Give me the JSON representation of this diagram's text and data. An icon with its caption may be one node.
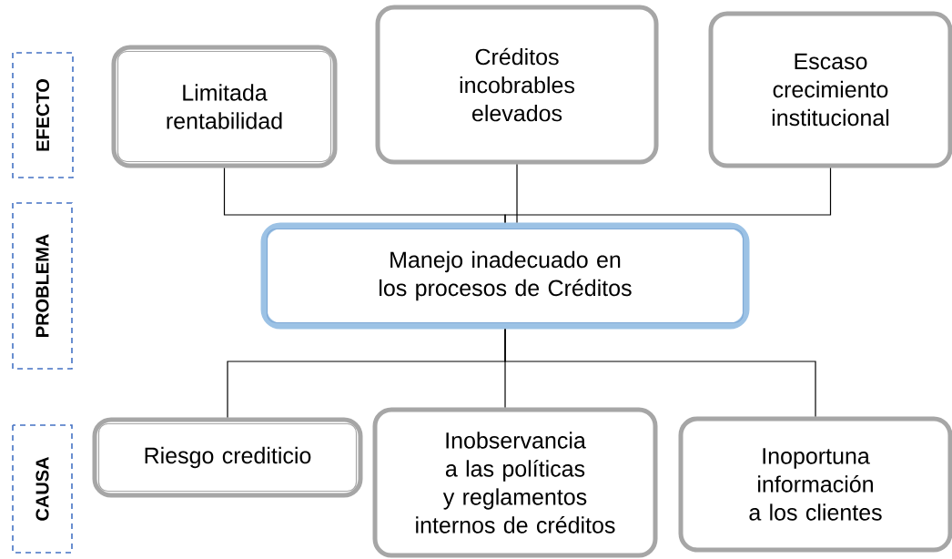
{
  "diagram": {
    "nodes": [
      {
        "text": [
          "EFECTO"
        ]
      },
      {
        "text": [
          "Limitada rentabilidad"
        ]
      },
      {
        "text": [
          "Créditos incobrables elevados"
        ]
      },
      {
        "text": [
          "Escaso crecimiento institucional"
        ]
      },
      {
        "text": [
          "PROBLEMA"
        ]
      },
      {
        "text": [
          "Manejo inadecuado en los procesos de Créditos"
        ]
      },
      {
        "text": [
          "CAUSA"
        ]
      },
      {
        "text": [
          "Riesgo crediticio"
        ]
      },
      {
        "text": [
          "Inobservancia a las políticas y reglamentos internos de créditos"
        ]
      },
      {
        "text": [
          "Inoportuna información a los clientes"
        ]
      }
    ],
    "edges": [
      {
        "from": 1,
        "to": 5,
        "arrow": "none"
      },
      {
        "from": 2,
        "to": 5,
        "arrow": "none"
      },
      {
        "from": 3,
        "to": 5,
        "arrow": "none"
      },
      {
        "from": 5,
        "to": 7,
        "arrow": "none"
      },
      {
        "from": 5,
        "to": 8,
        "arrow": "none"
      },
      {
        "from": 5,
        "to": 9,
        "arrow": "none"
      }
    ]
  }
}
